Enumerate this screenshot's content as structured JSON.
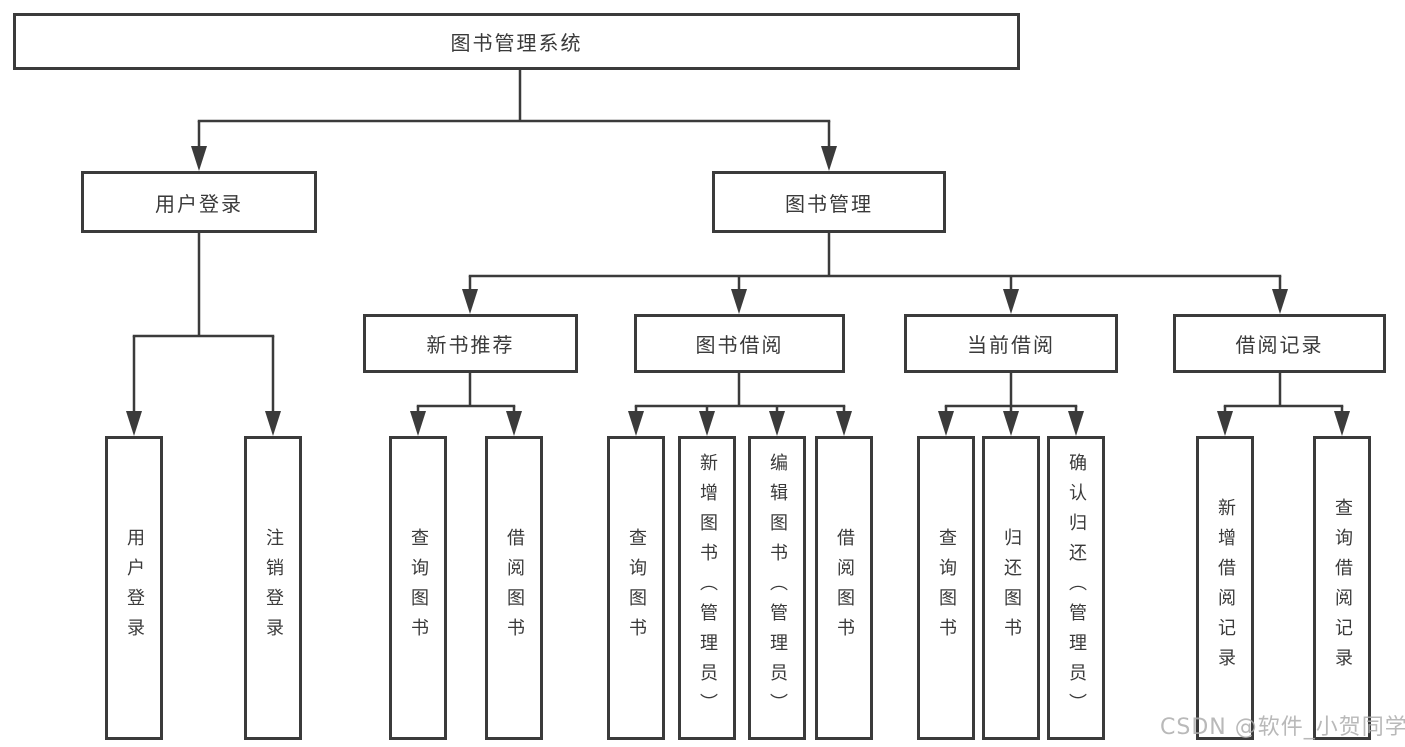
{
  "diagram_type": "tree-hierarchy",
  "colors": {
    "line": "#3b3b3b",
    "box_border": "#3b3b3b",
    "text": "#3a3a3a",
    "background": "#ffffff",
    "watermark": "#adadad"
  },
  "root": {
    "label": "图书管理系统"
  },
  "branches": [
    {
      "label": "用户登录",
      "children": [
        {
          "label": "用户登录"
        },
        {
          "label": "注销登录"
        }
      ]
    },
    {
      "label": "图书管理",
      "children": [
        {
          "label": "新书推荐",
          "children": [
            {
              "label": "查询图书"
            },
            {
              "label": "借阅图书"
            }
          ]
        },
        {
          "label": "图书借阅",
          "children": [
            {
              "label": "查询图书"
            },
            {
              "label": "新增图书（管理员）"
            },
            {
              "label": "编辑图书（管理员）"
            },
            {
              "label": "借阅图书"
            }
          ]
        },
        {
          "label": "当前借阅",
          "children": [
            {
              "label": "查询图书"
            },
            {
              "label": "归还图书"
            },
            {
              "label": "确认归还（管理员）"
            }
          ]
        },
        {
          "label": "借阅记录",
          "children": [
            {
              "label": "新增借阅记录"
            },
            {
              "label": "查询借阅记录"
            }
          ]
        }
      ]
    }
  ],
  "watermark": "CSDN @软件_小贺同学"
}
